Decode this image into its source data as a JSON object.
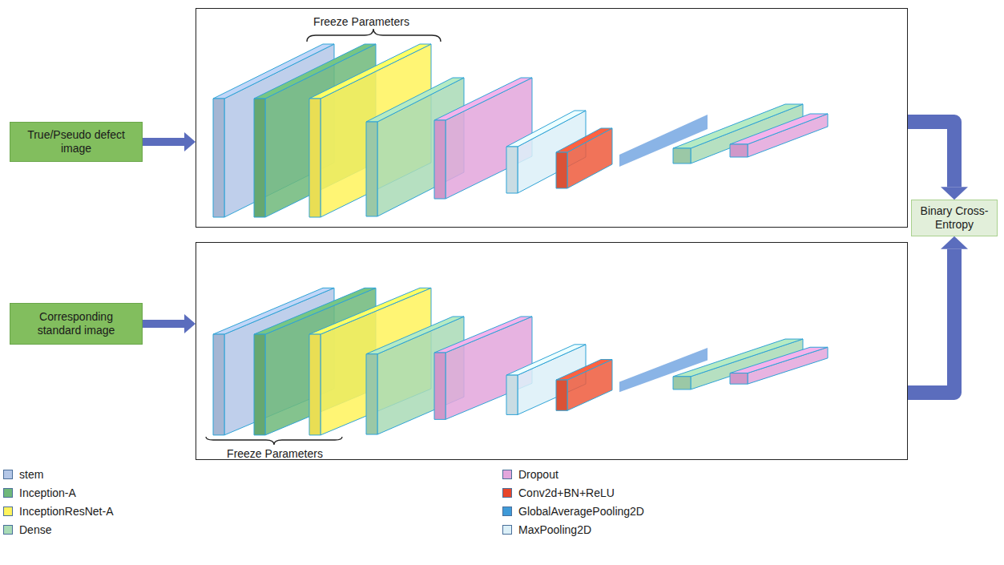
{
  "diagram": {
    "nodes": [
      {
        "text": [
          "True/Pseudo defect image"
        ]
      },
      {
        "text": [
          "Freeze Parameters"
        ]
      },
      {
        "text": [
          "Binary Cross-Entropy"
        ]
      },
      {
        "text": [
          "Corresponding standard image"
        ]
      },
      {
        "text": [
          "Freeze Parameters"
        ]
      }
    ],
    "edges": [
      {
        "from": 0,
        "to": 1,
        "arrow": "to"
      },
      {
        "from": 1,
        "to": 2,
        "arrow": "to"
      },
      {
        "from": 3,
        "to": 4,
        "arrow": "to"
      },
      {
        "from": 4,
        "to": 2,
        "arrow": "to"
      }
    ],
    "legend": [
      {
        "text": "stem",
        "color": "#b4c7e7"
      },
      {
        "text": "Inception-A",
        "color": "#6fb87a"
      },
      {
        "text": "InceptionResNet-A",
        "color": "#fff35c"
      },
      {
        "text": "Dense",
        "color": "#a9dbb6"
      },
      {
        "text": "Dropout",
        "color": "#e3a6dc"
      },
      {
        "text": "Conv2d+BN+ReLU",
        "color": "#e8452a"
      },
      {
        "text": "GlobalAveragePooling2D",
        "color": "#3f9ad8"
      },
      {
        "text": "MaxPooling2D",
        "color": "#dcf0f8"
      }
    ]
  }
}
